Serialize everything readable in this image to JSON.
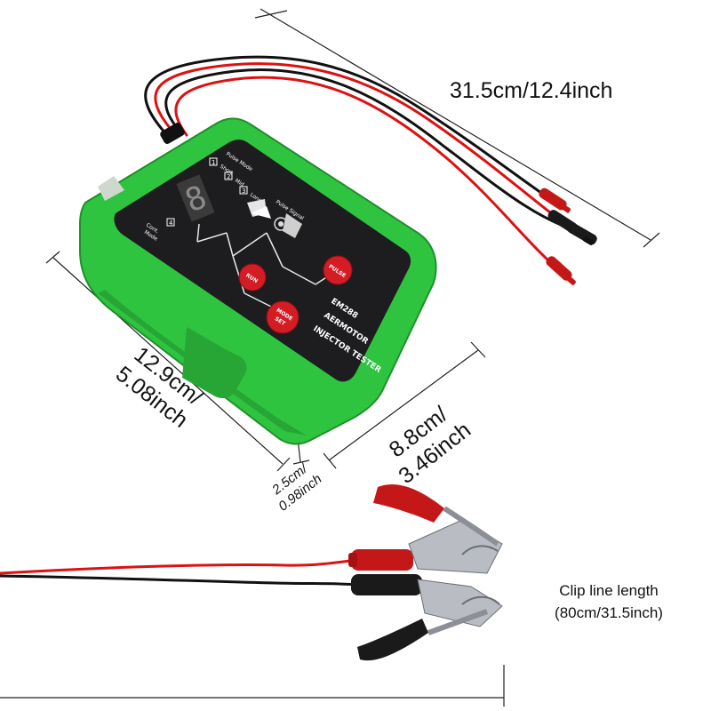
{
  "device": {
    "model": "EM288",
    "name_line1": "AERMOTOR",
    "name_line2": "INJECTOR TESTER",
    "modes": [
      {
        "number": "1",
        "label": "Short"
      },
      {
        "number": "2",
        "label": "Mid"
      },
      {
        "number": "3",
        "label": "Long"
      }
    ],
    "pulse_mode_label": "Pulse Mode",
    "cont_mode_number": "4",
    "cont_mode_label_1": "Cont.",
    "cont_mode_label_2": "Mode",
    "pulse_signal_label": "Pulse Signal",
    "display_digit": "8",
    "buttons": {
      "mode_top": "MODE",
      "mode_bottom": "SET",
      "pulse": "PULSE",
      "run": "RUN"
    },
    "colors": {
      "body": "#2fc43f",
      "panel": "#1d1d1f",
      "button": "#d41c24"
    }
  },
  "dimensions": {
    "cable_length": "31.5cm/12.4inch",
    "length_line1": "12.9cm/",
    "length_line2": "5.08inch",
    "width_line1": "8.8cm/",
    "width_line2": "3.46inch",
    "thickness_line1": "2.5cm/",
    "thickness_line2": "0.98inch",
    "clip_line_label": "Clip line length",
    "clip_line_value": "(80cm/31.5inch)"
  }
}
